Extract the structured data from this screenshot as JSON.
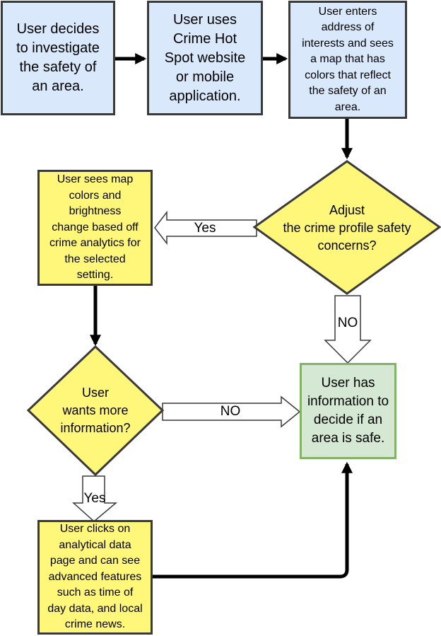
{
  "nodes": {
    "start": "User decides\nto investigate\nthe safety of\nan area.",
    "uses_site": "User uses\nCrime Hot\nSpot website\nor mobile\napplication.",
    "enter_address": "User enters\naddress of\ninterests and sees\na map that has\ncolors that reflect\nthe safety of an\narea.",
    "adjust_decision": "Adjust\nthe crime profile safety\nconcerns?",
    "map_change": "User sees map\ncolors and\nbrightness\nchange based off\ncrime analytics for\nthe selected\nsetting.",
    "more_info_decision": "User\nwants more\ninformation?",
    "has_info": "User has\ninformation to\ndecide if an\narea is safe.",
    "analytics_page": "User clicks on\nanalytical data\npage and can see\nadvanced features\nsuch as time of\nday data, and local\ncrime news."
  },
  "edges": {
    "adjust_yes": "Yes",
    "adjust_no": "NO",
    "more_info_no": "NO",
    "more_info_yes": "Yes"
  },
  "colors": {
    "process_fill": "#dae8fc",
    "decision_fill": "#fff77a",
    "terminal_fill": "#d5e8d4",
    "terminal_stroke": "#82b366",
    "stroke": "#3a3a3a"
  }
}
